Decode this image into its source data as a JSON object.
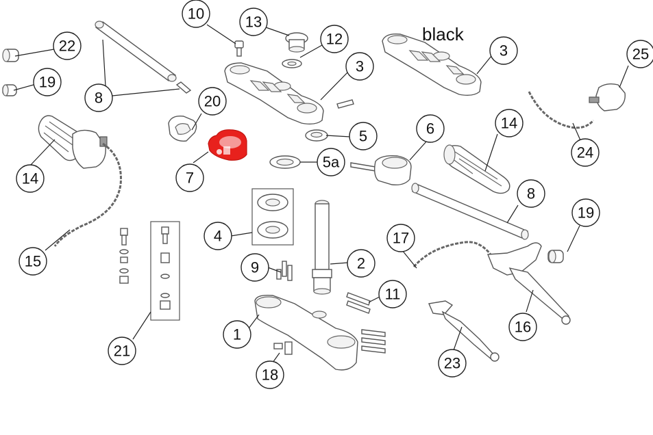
{
  "highlight_color": "#e8211d",
  "labels": {
    "black_note": "black"
  },
  "callouts": [
    {
      "id": "c10",
      "text": "10"
    },
    {
      "id": "c13",
      "text": "13"
    },
    {
      "id": "c12",
      "text": "12"
    },
    {
      "id": "c3a",
      "text": "3"
    },
    {
      "id": "c3b",
      "text": "3"
    },
    {
      "id": "c25",
      "text": "25"
    },
    {
      "id": "c22",
      "text": "22"
    },
    {
      "id": "c19a",
      "text": "19"
    },
    {
      "id": "c8a",
      "text": "8"
    },
    {
      "id": "c20",
      "text": "20"
    },
    {
      "id": "c5",
      "text": "5"
    },
    {
      "id": "c5a",
      "text": "5a"
    },
    {
      "id": "c6",
      "text": "6"
    },
    {
      "id": "c14a",
      "text": "14"
    },
    {
      "id": "c14b",
      "text": "14"
    },
    {
      "id": "c24",
      "text": "24"
    },
    {
      "id": "c7",
      "text": "7"
    },
    {
      "id": "c8b",
      "text": "8"
    },
    {
      "id": "c19b",
      "text": "19"
    },
    {
      "id": "c4",
      "text": "4"
    },
    {
      "id": "c17",
      "text": "17"
    },
    {
      "id": "c15",
      "text": "15"
    },
    {
      "id": "c9",
      "text": "9"
    },
    {
      "id": "c2",
      "text": "2"
    },
    {
      "id": "c11",
      "text": "11"
    },
    {
      "id": "c16",
      "text": "16"
    },
    {
      "id": "c1",
      "text": "1"
    },
    {
      "id": "c21",
      "text": "21"
    },
    {
      "id": "c23",
      "text": "23"
    },
    {
      "id": "c18",
      "text": "18"
    }
  ]
}
